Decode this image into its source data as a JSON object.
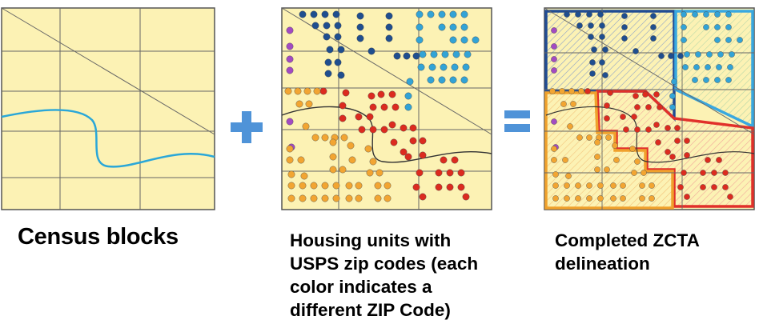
{
  "captions": {
    "census_blocks": "Census blocks",
    "housing_lines": [
      "Housing units with",
      "USPS zip codes (each",
      "color indicates a",
      "different ZIP Code)"
    ],
    "zcta_lines": [
      "Completed ZCTA",
      "delineation"
    ]
  },
  "operators": {
    "plus": "+",
    "equals": "="
  },
  "colors": {
    "block_fill": "#fcf2b4",
    "grid": "#555555",
    "river": "#2aa7d8",
    "zip_navy": "#1f4e8f",
    "zip_cyan": "#32a3d6",
    "zip_red": "#dc2b1f",
    "zip_orange": "#f2a532",
    "zip_purple": "#a24bc2",
    "zcta_outline_navy": "#214c93",
    "zcta_outline_cyan": "#39a8e0",
    "zcta_outline_red": "#e1302a",
    "zcta_outline_orange": "#f0a12c",
    "plus_color": "#4f93d8",
    "equals_color": "#4f93d8"
  }
}
